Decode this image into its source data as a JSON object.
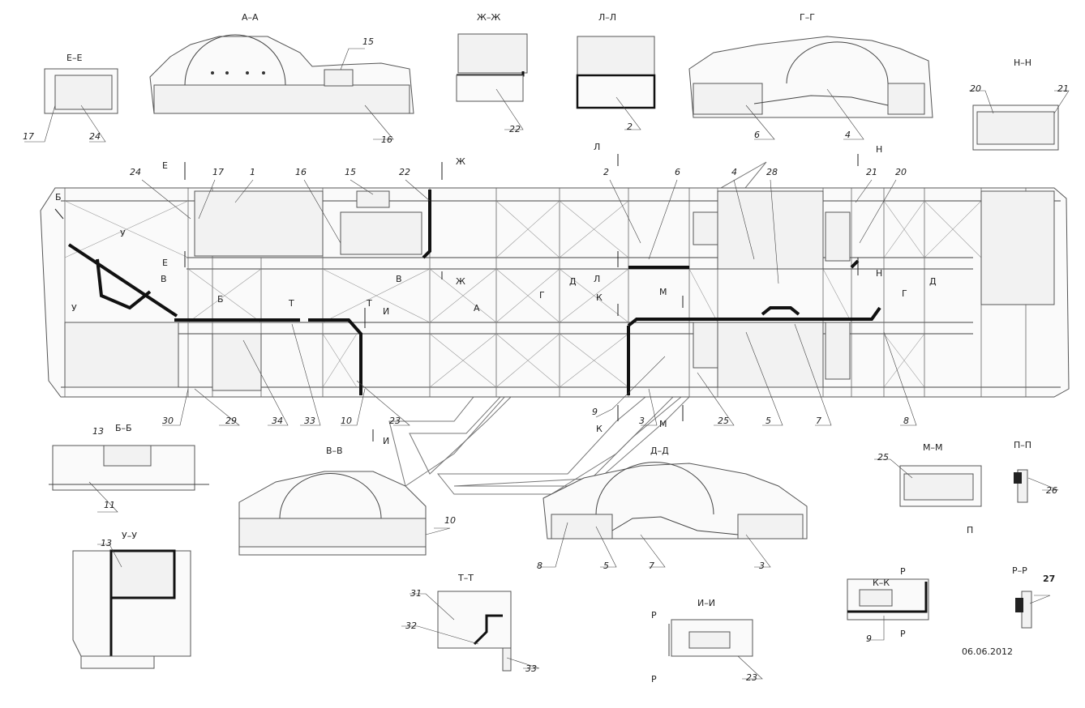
{
  "date": "06.06.2012",
  "sections": {
    "aa": "А–А",
    "zz": "Ж–Ж",
    "ll": "Л–Л",
    "gg": "Г–Г",
    "ee": "Е–Е",
    "nn": "Н–Н",
    "bb": "Б–Б",
    "vv": "В–В",
    "dd": "Д–Д",
    "mm": "М–М",
    "pp": "П–П",
    "uu": "У–У",
    "tt": "Т–Т",
    "kk": "К–К",
    "ii": "И–И",
    "rr": "Р–Р"
  },
  "cuts": {
    "e": "Е",
    "zh": "Ж",
    "l": "Л",
    "n": "Н",
    "b": "Б",
    "u": "У",
    "v": "В",
    "t": "Т",
    "i": "И",
    "g": "Г",
    "d": "Д",
    "k": "К",
    "m": "М",
    "a": "А",
    "p": "П",
    "r": "Р"
  },
  "labels": {
    "n1": "1",
    "n2": "2",
    "n3": "3",
    "n4": "4",
    "n5": "5",
    "n6": "6",
    "n7": "7",
    "n8": "8",
    "n9": "9",
    "n10": "10",
    "n11": "11",
    "n13": "13",
    "n15": "15",
    "n16": "16",
    "n17": "17",
    "n20": "20",
    "n21": "21",
    "n22": "22",
    "n23": "23",
    "n24": "24",
    "n25": "25",
    "n26": "26",
    "n27": "27",
    "n28": "28",
    "n29": "29",
    "n30": "30",
    "n31": "31",
    "n32": "32",
    "n33": "33",
    "n34": "34"
  }
}
